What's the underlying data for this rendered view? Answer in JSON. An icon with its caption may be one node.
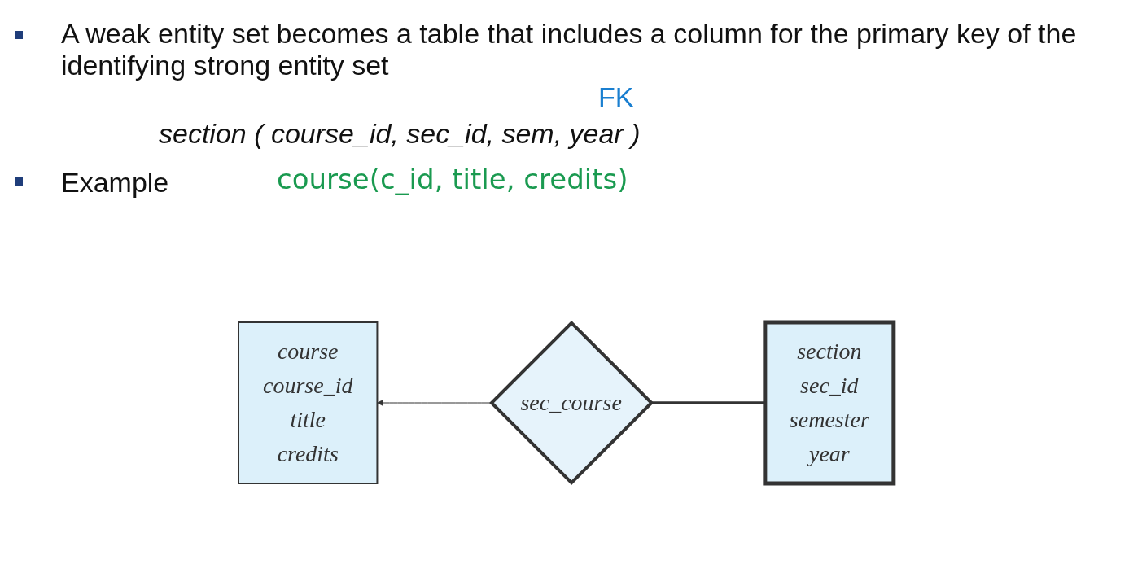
{
  "diagram": {
    "nodes": [
      {
        "text": [
          "course",
          "course_id",
          "title",
          "credits"
        ]
      },
      {
        "text": [
          "sec_course"
        ]
      },
      {
        "text": [
          "section",
          "sec_id",
          "semester",
          "year"
        ]
      }
    ],
    "edges": [
      {
        "from": 1,
        "to": 0,
        "arrow": "to"
      },
      {
        "from": 1,
        "to": 2,
        "arrow": "none",
        "style": "thick"
      }
    ],
    "labels": [
      "A weak entity set becomes a table that includes a column for the primary key of the identifying strong entity set",
      "section ( course_id, sec_id, sem, year )",
      "FK",
      "Example",
      "course(c_id, title, credits)"
    ]
  }
}
